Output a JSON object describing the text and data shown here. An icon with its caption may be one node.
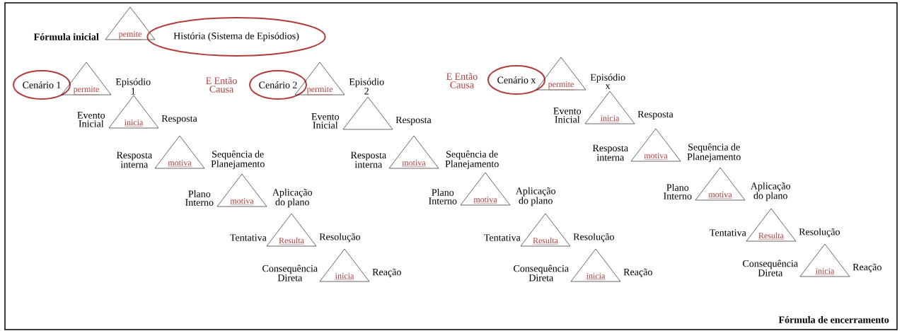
{
  "diagram": {
    "nodes": [
      {
        "text": [
          "pemite"
        ],
        "beside": [
          "Fórmula inicial"
        ]
      },
      {
        "text": [
          "História (Sistema de Episódios)"
        ]
      },
      {
        "text": [
          "Cenário 1"
        ]
      },
      {
        "text": [
          "permite"
        ],
        "beside": [
          "Episódio 1"
        ]
      },
      {
        "text": [
          "inicia"
        ],
        "beside": [
          "Evento Inicial",
          "Resposta"
        ]
      },
      {
        "text": [
          "motiva"
        ],
        "beside": [
          "Resposta interna",
          "Sequência de Planejamento"
        ]
      },
      {
        "text": [
          "motiva"
        ],
        "beside": [
          "Plano Interno",
          "Aplicação do plano"
        ]
      },
      {
        "text": [
          "Resulta"
        ],
        "beside": [
          "Tentativa",
          "Resolução"
        ]
      },
      {
        "text": [
          "inicia"
        ],
        "beside": [
          "Consequência Direta",
          "Reação"
        ]
      },
      {
        "text": [
          "Cenário 2"
        ]
      },
      {
        "text": [
          "permite"
        ],
        "beside": [
          "Episódio 2"
        ]
      },
      {
        "text": [],
        "shape": "triangle",
        "beside": [
          "Evento Inicial",
          "Resposta"
        ]
      },
      {
        "text": [
          "motiva"
        ],
        "beside": [
          "Resposta interna",
          "Sequência de Planejamento"
        ]
      },
      {
        "text": [
          "motiva"
        ],
        "beside": [
          "Plano Interno",
          "Aplicação do plano"
        ]
      },
      {
        "text": [
          "Resulta"
        ],
        "beside": [
          "Tentativa",
          "Resolução"
        ]
      },
      {
        "text": [
          "inicia"
        ],
        "beside": [
          "Consequência Direta",
          "Reação"
        ]
      },
      {
        "text": [
          "Cenário x"
        ]
      },
      {
        "text": [
          "permite"
        ],
        "beside": [
          "Episódio x"
        ]
      },
      {
        "text": [
          "inicia"
        ],
        "beside": [
          "Evento Inicial",
          "Resposta"
        ]
      },
      {
        "text": [
          "motiva"
        ],
        "beside": [
          "Resposta interna",
          "Sequência de Planejamento"
        ]
      },
      {
        "text": [
          "motiva"
        ],
        "beside": [
          "Plano Interno",
          "Aplicação do plano"
        ]
      },
      {
        "text": [
          "Resulta"
        ],
        "beside": [
          "Tentativa",
          "Resolução"
        ]
      },
      {
        "text": [
          "inicia"
        ],
        "beside": [
          "Consequência Direta",
          "Reação"
        ]
      }
    ],
    "labels": [
      "E Então Causa",
      "E Então Causa",
      "Fórmula de encerramento"
    ]
  }
}
